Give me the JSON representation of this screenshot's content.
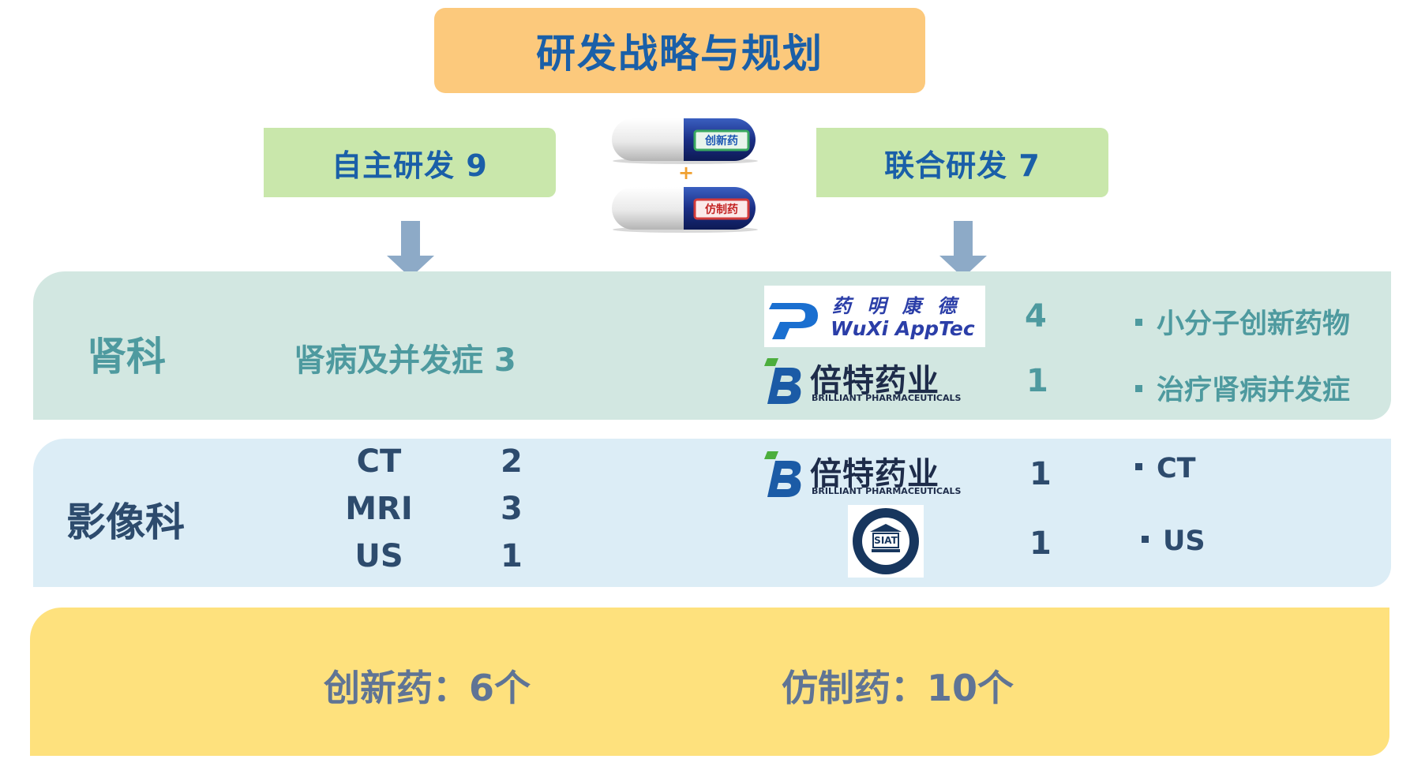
{
  "title": "研发战略与规划",
  "self_dev": {
    "label": "自主研发 9"
  },
  "joint_dev": {
    "label": "联合研发 7"
  },
  "pills": {
    "top_label": "创新药",
    "plus": "+",
    "bottom_label": "仿制药"
  },
  "kidney": {
    "category": "肾科",
    "item": "肾病及并发症 3",
    "partners": [
      {
        "logo_cn": "药 明 康 德",
        "logo_en": "WuXi AppTec",
        "count": "4",
        "desc": "小分子创新药物"
      },
      {
        "logo_cn": "倍特药业",
        "logo_en": "BRILLIANT PHARMACEUTICALS",
        "count": "1",
        "desc": "治疗肾病并发症"
      }
    ]
  },
  "imaging": {
    "category": "影像科",
    "items": [
      {
        "name": "CT",
        "count": "2"
      },
      {
        "name": "MRI",
        "count": "3"
      },
      {
        "name": "US",
        "count": "1"
      }
    ],
    "partners": [
      {
        "logo_cn": "倍特药业",
        "logo_en": "BRILLIANT PHARMACEUTICALS",
        "count": "1",
        "desc": "CT"
      },
      {
        "logo_text": "SIAT",
        "count": "1",
        "desc": "US"
      }
    ]
  },
  "summary": {
    "innovative": "创新药：6个",
    "generic": "仿制药：10个"
  },
  "colors": {
    "title_bg": "#fcc97c",
    "title_text": "#1a5fa8",
    "green_box": "#c9e7ab",
    "kidney_panel": "#d2e7e1",
    "imaging_panel": "#dcedf6",
    "summary_panel": "#fee17d",
    "teal_text": "#4e9a9f",
    "navy_text": "#2d4b6d",
    "arrow": "#8daac7"
  }
}
